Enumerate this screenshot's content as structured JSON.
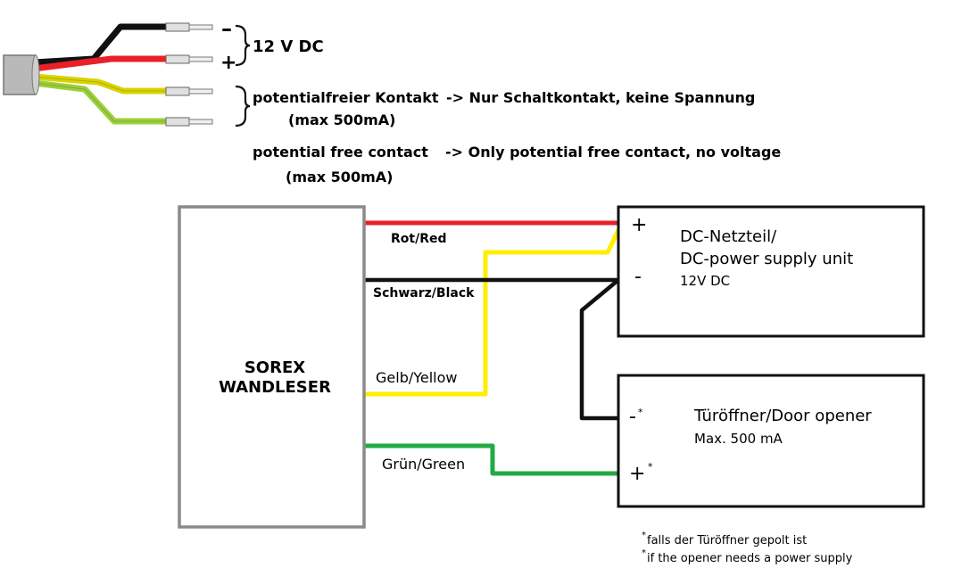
{
  "cable_legend": {
    "minus_sign": "–",
    "plus_sign": "+",
    "voltage_label": "12 V DC",
    "contact_de": "potentialfreier Kontakt",
    "contact_de_max": "(max 500mA)",
    "contact_de_note": "-> Nur Schaltkontakt, keine Spannung",
    "contact_en": "potential free contact",
    "contact_en_max": "(max 500mA)",
    "contact_en_note": "-> Only potential free contact, no voltage"
  },
  "reader": {
    "line1": "SOREX",
    "line2": "WANDLESER"
  },
  "wires": {
    "red_label": "Rot/Red",
    "black_label": "Schwarz/Black",
    "yellow_label": "Gelb/Yellow",
    "green_label": "Grün/Green"
  },
  "power_supply": {
    "title_line1": "DC-Netzteil/",
    "title_line2": "DC-power supply unit",
    "voltage": "12V DC",
    "plus_terminal": "+",
    "minus_terminal": "-"
  },
  "door_opener": {
    "title": "Türöffner/Door opener",
    "rating": "Max. 500 mA",
    "minus_terminal": "-",
    "plus_terminal": "+",
    "asterisk": "*"
  },
  "footnotes": {
    "asterisk": "*",
    "note_de": "falls der Türöffner gepolt ist",
    "note_en": "if the opener needs a power supply"
  },
  "colors": {
    "red_wire": "#e8202a",
    "black_wire": "#111111",
    "yellow_wire": "#ffee00",
    "green_wire": "#22aa44",
    "cable_jacket": "#b9b9b9",
    "box_border_grey": "#8a8a8a"
  }
}
